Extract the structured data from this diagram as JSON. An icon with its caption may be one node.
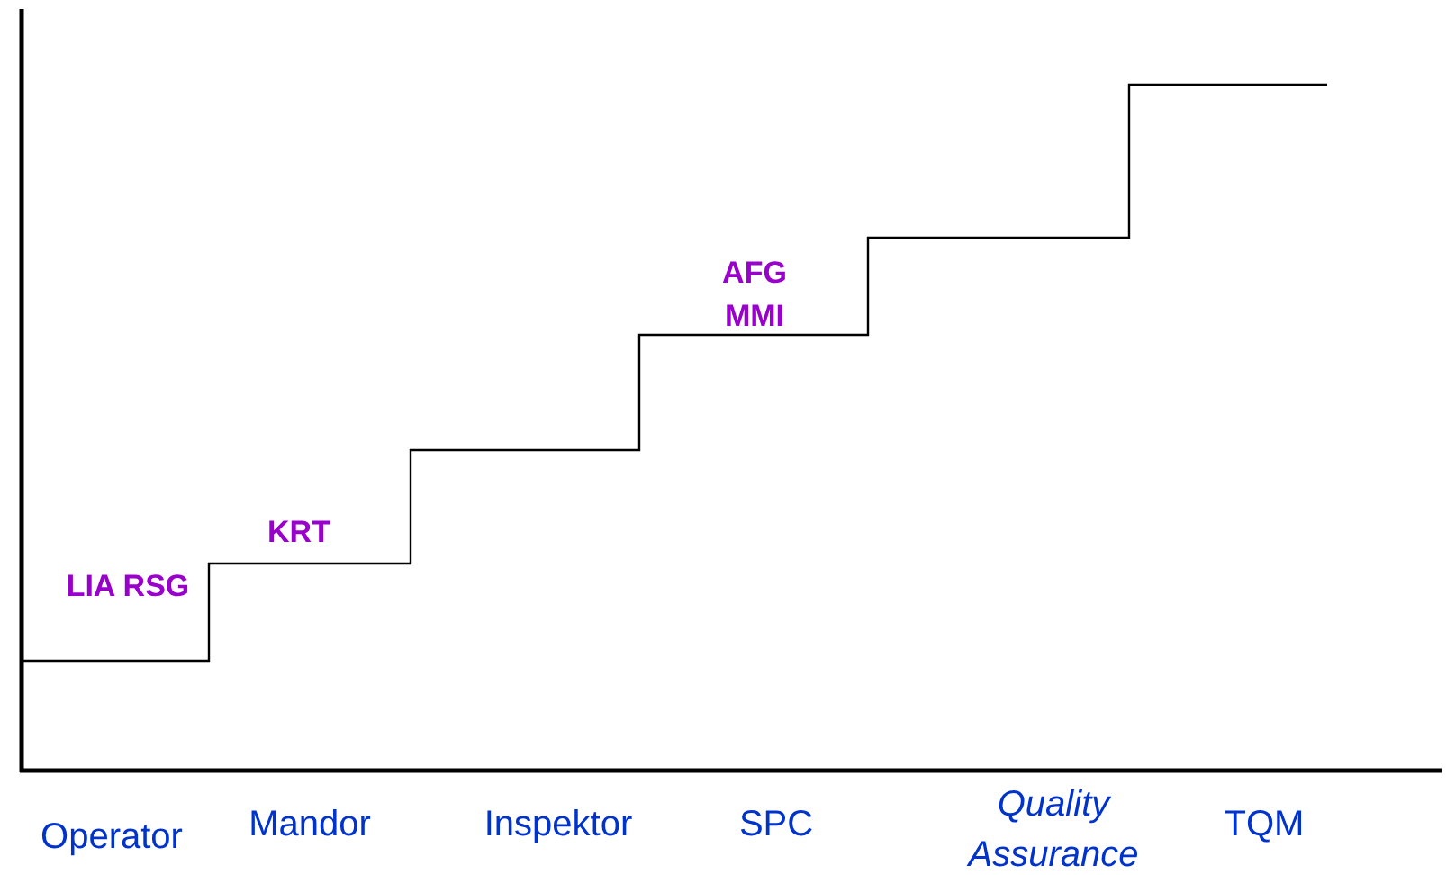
{
  "diagram": {
    "labels": [
      "AFG MMI",
      "KRT",
      "LIA RSG",
      "Operator",
      "Mandor",
      "Inspektor",
      "SPC",
      "Quality Assurance",
      "TQM"
    ]
  }
}
